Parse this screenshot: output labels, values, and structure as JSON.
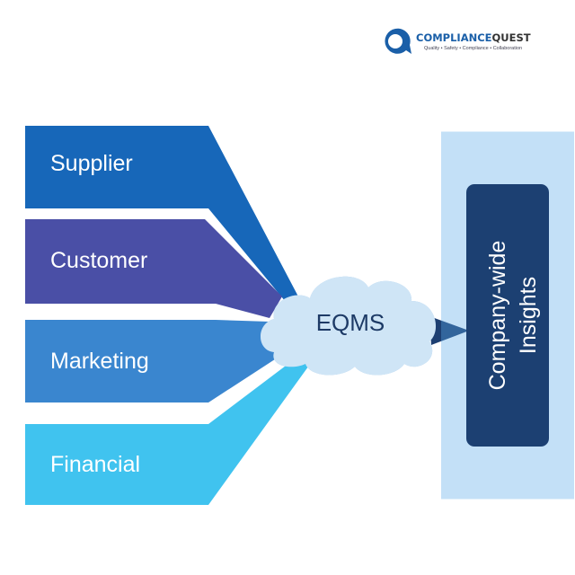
{
  "logo": {
    "name_part1": "COMPLIANCE",
    "name_part2": "QUEST",
    "tagline": "Quality • Safety • Compliance • Collaboration"
  },
  "inputs": [
    {
      "label": "Supplier",
      "color": "#1767b9"
    },
    {
      "label": "Customer",
      "color": "#4a4fa6"
    },
    {
      "label": "Marketing",
      "color": "#3a86cf"
    },
    {
      "label": "Financial",
      "color": "#40c3ef"
    }
  ],
  "hub": {
    "label": "EQMS",
    "color": "#cfe5f6"
  },
  "output": {
    "label_line1": "Company-wide",
    "label_line2": "Insights",
    "color": "#1d3f72"
  }
}
